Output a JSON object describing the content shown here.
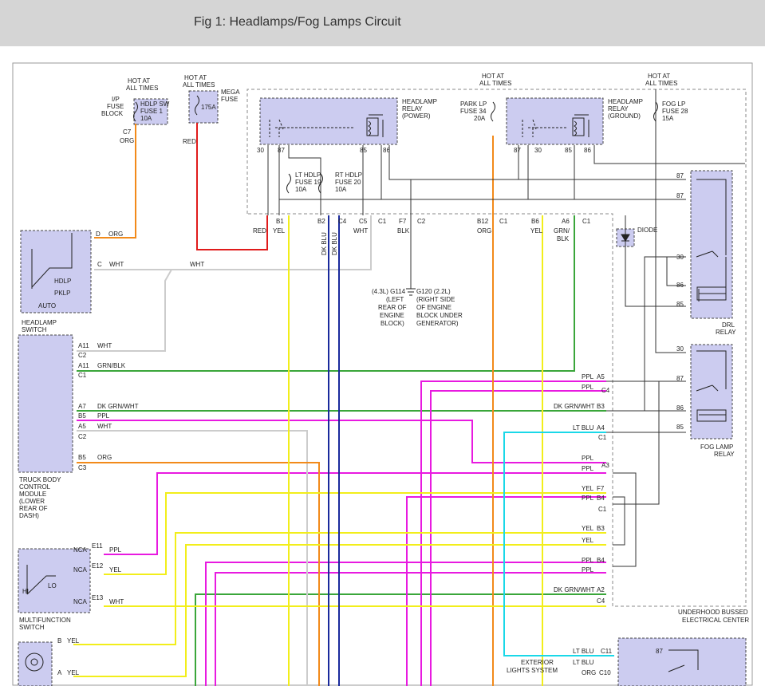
{
  "header": {
    "title": "Fig 1: Headlamps/Fog Lamps Circuit"
  },
  "colors": {
    "header_bg": "#d5d5d5",
    "component_fill": "#ccccf0",
    "org": "#f28a1a",
    "red": "#e01b1b",
    "yel": "#f2ee1a",
    "blu": "#1a2a9c",
    "wht": "#c8c8c8",
    "grn": "#3aa63a",
    "ppl": "#e81ae0",
    "ltblu": "#1ad8e8",
    "blk": "#333333"
  },
  "labels": {
    "hot1": "HOT AT",
    "hot2": "ALL TIMES",
    "ip_fuse1": "I/P",
    "ip_fuse2": "FUSE",
    "ip_fuse3": "BLOCK",
    "hdlp_sw1": "HDLP SW",
    "hdlp_sw2": "FUSE 1",
    "hdlp_sw3": "10A",
    "mega1": "MEGA",
    "mega2": "FUSE",
    "mega_amp": "175A",
    "park1": "PARK LP",
    "park2": "FUSE 34",
    "park3": "20A",
    "fog1": "FOG LP",
    "fog2": "FUSE 28",
    "fog3": "15A",
    "hlrelay_p1": "HEADLAMP",
    "hlrelay_p2": "RELAY",
    "hlrelay_p3": "(POWER)",
    "hlrelay_g1": "HEADLAMP",
    "hlrelay_g2": "RELAY",
    "hlrelay_g3": "(GROUND)",
    "lt_hdlp1": "LT HDLP",
    "lt_hdlp2": "FUSE 19",
    "lt_hdlp3": "10A",
    "rt_hdlp1": "RT HDLP",
    "rt_hdlp2": "FUSE 20",
    "rt_hdlp3": "10A",
    "diode": "DIODE",
    "drl1": "DRL",
    "drl2": "RELAY",
    "foglamp1": "FOG LAMP",
    "foglamp2": "RELAY",
    "headlamp_sw1": "HEADLAMP",
    "headlamp_sw2": "SWITCH",
    "hdlp": "HDLP",
    "pklp": "PKLP",
    "auto": "AUTO",
    "tbcm1": "TRUCK BODY",
    "tbcm2": "CONTROL",
    "tbcm3": "MODULE",
    "tbcm4": "(LOWER",
    "tbcm5": "REAR OF",
    "tbcm6": "DASH)",
    "multi1": "MULTIFUNCTION",
    "multi2": "SWITCH",
    "hi": "HI",
    "lo": "LO",
    "g114_1": "(4.3L) G114",
    "g114_2": "(LEFT",
    "g114_3": "REAR OF",
    "g114_4": "ENGINE",
    "g114_5": "BLOCK)",
    "g120_1": "G120 (2.2L)",
    "g120_2": "(RIGHT SIDE",
    "g120_3": "OF ENGINE",
    "g120_4": "BLOCK UNDER",
    "g120_5": "GENERATOR)",
    "ubec1": "UNDERHOOD BUSSED",
    "ubec2": "ELECTRICAL CENTER",
    "ext1": "EXTERIOR",
    "ext2": "LIGHTS SYSTEM",
    "c7": "C7",
    "org": "ORG",
    "red": "RED",
    "yel": "YEL",
    "wht": "WHT",
    "blk": "BLK",
    "dkblu": "DK BLU",
    "grnblk": "GRN/BLK",
    "grn_slash": "GRN/",
    "ppl": "PPL",
    "dkgrnwht": "DK GRN/WHT",
    "ltblu": "LT BLU",
    "t30": "30",
    "t85": "85",
    "t86": "86",
    "t87": "87",
    "b1": "B1",
    "b2": "B2",
    "c4": "C4",
    "c5": "C5",
    "c1": "C1",
    "f7": "F7",
    "c2": "C2",
    "b12": "B12",
    "b6": "B6",
    "a6": "A6",
    "d": "D",
    "c": "C",
    "a11": "A11",
    "a7": "A7",
    "b5": "B5",
    "a5": "A5",
    "c3": "C3",
    "e11": "E11",
    "e12": "E12",
    "e13": "E13",
    "nca": "NCA",
    "b": "B",
    "a": "A",
    "b3": "B3",
    "a4": "A4",
    "a3": "A3",
    "b4": "B4",
    "a2": "A2",
    "c11": "C11",
    "c10": "C10"
  }
}
